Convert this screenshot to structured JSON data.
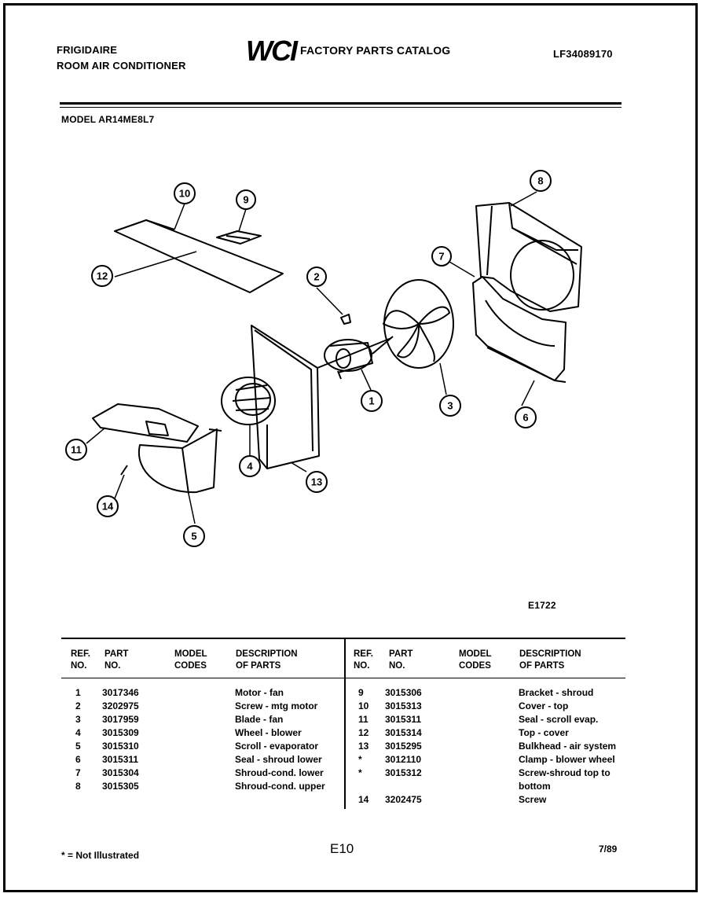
{
  "header": {
    "brand": "FRIGIDAIRE",
    "product": "ROOM AIR CONDITIONER",
    "logo": "WCI",
    "catalog_title": "FACTORY PARTS CATALOG",
    "catalog_id": "LF34089170",
    "model": "MODEL AR14ME8L7"
  },
  "diagram": {
    "figure_code": "E1722",
    "callouts": [
      "10",
      "9",
      "12",
      "2",
      "7",
      "8",
      "1",
      "3",
      "6",
      "11",
      "4",
      "13",
      "14",
      "5"
    ]
  },
  "table": {
    "headers": {
      "ref": [
        "REF.",
        "NO."
      ],
      "part": [
        "PART",
        "NO."
      ],
      "model": [
        "MODEL",
        "CODES"
      ],
      "desc": [
        "DESCRIPTION",
        "OF PARTS"
      ]
    },
    "left_rows": [
      {
        "ref": "1",
        "part": "3017346",
        "desc": "Motor - fan"
      },
      {
        "ref": "2",
        "part": "3202975",
        "desc": "Screw - mtg motor"
      },
      {
        "ref": "3",
        "part": "3017959",
        "desc": "Blade - fan"
      },
      {
        "ref": "4",
        "part": "3015309",
        "desc": "Wheel - blower"
      },
      {
        "ref": "5",
        "part": "3015310",
        "desc": "Scroll - evaporator"
      },
      {
        "ref": "6",
        "part": "3015311",
        "desc": "Seal - shroud lower"
      },
      {
        "ref": "7",
        "part": "3015304",
        "desc": "Shroud-cond. lower"
      },
      {
        "ref": "8",
        "part": "3015305",
        "desc": "Shroud-cond. upper"
      }
    ],
    "right_rows": [
      {
        "ref": "9",
        "part": "3015306",
        "desc": "Bracket - shroud"
      },
      {
        "ref": "10",
        "part": "3015313",
        "desc": "Cover - top"
      },
      {
        "ref": "11",
        "part": "3015311",
        "desc": "Seal - scroll evap."
      },
      {
        "ref": "12",
        "part": "3015314",
        "desc": "Top - cover"
      },
      {
        "ref": "13",
        "part": "3015295",
        "desc": "Bulkhead - air system"
      },
      {
        "ref": "*",
        "part": "3012110",
        "desc": "Clamp - blower wheel"
      },
      {
        "ref": "*",
        "part": "3015312",
        "desc": "Screw-shroud top to"
      },
      {
        "ref": "",
        "part": "",
        "desc": "bottom"
      },
      {
        "ref": "14",
        "part": "3202475",
        "desc": "Screw"
      }
    ]
  },
  "footer": {
    "note": "* = Not Illustrated",
    "page": "E10",
    "date": "7/89"
  }
}
